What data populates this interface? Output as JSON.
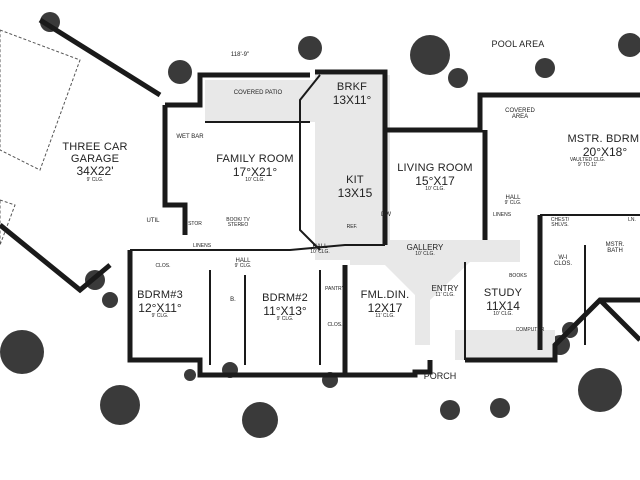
{
  "plan": {
    "overall_dimension": "118'-9\"",
    "rooms": [
      {
        "id": "garage",
        "name": "THREE CAR GARAGE",
        "size": "34X22'",
        "ceiling": "9' CLG."
      },
      {
        "id": "covered-patio",
        "name": "COVERED PATIO"
      },
      {
        "id": "wet-bar",
        "name": "WET BAR"
      },
      {
        "id": "family-room",
        "name": "FAMILY ROOM",
        "size": "17°X21°",
        "ceiling": "10' CLG."
      },
      {
        "id": "breakfast",
        "name": "BRKF",
        "size": "13X11°"
      },
      {
        "id": "kitchen",
        "name": "KIT",
        "size": "13X15"
      },
      {
        "id": "living-room",
        "name": "LIVING ROOM",
        "size": "15°X17",
        "ceiling": "10' CLG."
      },
      {
        "id": "covered-area",
        "name": "COVERED AREA"
      },
      {
        "id": "master-bedroom",
        "name": "MSTR. BDRM.",
        "size": "20°X18°",
        "ceiling": "VAULTED CLG. 9' TO 11'"
      },
      {
        "id": "master-bath",
        "name": "MSTR. BATH"
      },
      {
        "id": "walk-in-closet",
        "name": "W-I CLOS."
      },
      {
        "id": "gallery",
        "name": "GALLERY",
        "ceiling": "10' CLG."
      },
      {
        "id": "entry",
        "name": "ENTRY",
        "ceiling": "11' CLG."
      },
      {
        "id": "study",
        "name": "STUDY",
        "size": "11X14",
        "ceiling": "10' CLG."
      },
      {
        "id": "family-dining",
        "name": "FML.DIN.",
        "size": "12X17",
        "ceiling": "11' CLG."
      },
      {
        "id": "bedroom-2",
        "name": "BDRM#2",
        "size": "11°X13°",
        "ceiling": "9' CLG."
      },
      {
        "id": "bedroom-3",
        "name": "BDRM#3",
        "size": "12°X11°",
        "ceiling": "9' CLG."
      },
      {
        "id": "bath",
        "name": "B."
      },
      {
        "id": "utility",
        "name": "UTIL"
      },
      {
        "id": "porch",
        "name": "PORCH"
      }
    ],
    "labels": {
      "pool_area": "POOL AREA",
      "hall_master": "HALL",
      "hall_master_clg": "9' CLG.",
      "hall_center": "HALL",
      "hall_center_clg": "10' CLG.",
      "hall_bedrooms": "HALL",
      "hall_bedrooms_clg": "9' CLG.",
      "linens_master": "LINENS",
      "linens_bed": "LINENS",
      "chest_shelves": "CHEST/ SHLVS.",
      "ln": "LN.",
      "books": "BOOKS",
      "computer": "COMPUTER",
      "pantry": "PANTRY",
      "clos_bed2": "CLOS.",
      "clos_bed3": "CLOS.",
      "stor": "STOR",
      "book_tv": "BOOK/ TV",
      "stereo": "STEREO",
      "dw": "DW",
      "ref": "REF."
    }
  }
}
